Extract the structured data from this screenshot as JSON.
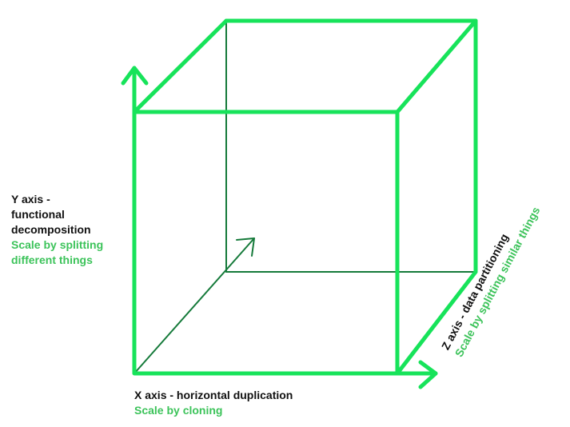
{
  "colors": {
    "bright_green": "#17e35a",
    "dark_green": "#157a3a",
    "label_green": "#3cc35a",
    "label_dark": "#111111"
  },
  "y_axis": {
    "title_lines": [
      "Y axis -",
      "functional",
      "decomposition"
    ],
    "subtitle_lines": [
      "Scale by splitting",
      "different things"
    ]
  },
  "x_axis": {
    "title": "X axis - horizontal duplication",
    "subtitle": "Scale by cloning"
  },
  "z_axis": {
    "title": "Z axis - data partitioning",
    "subtitle": "Scale by splitting similar things"
  }
}
